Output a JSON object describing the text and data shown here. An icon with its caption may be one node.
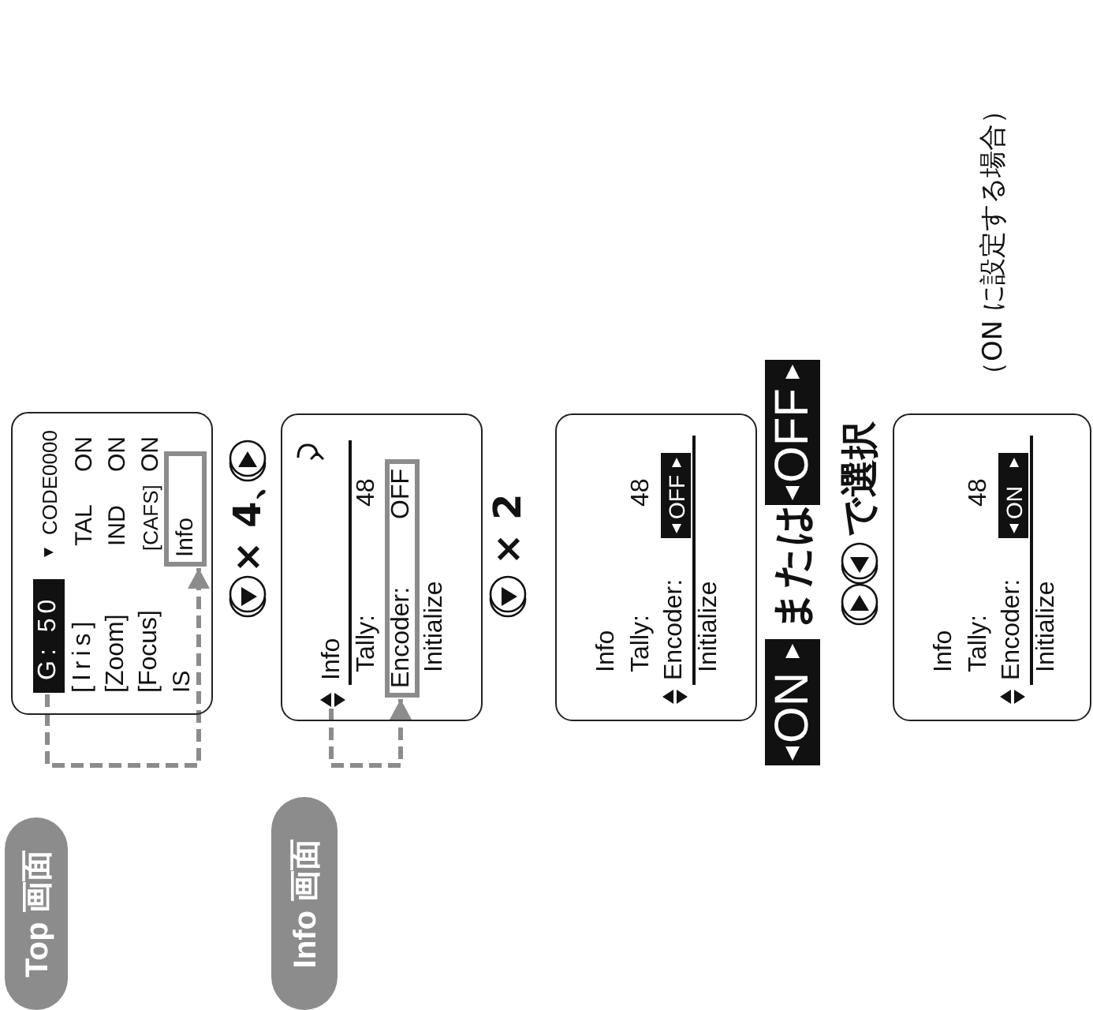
{
  "diagram": {
    "nodes": [
      {
        "text": [
          "Top 画面"
        ]
      },
      {
        "text": [
          "CODE0000",
          "[Iris]",
          "TAL",
          "ON",
          "[Zoom]",
          "IND",
          "ON",
          "[Focus]",
          "[CAFS]",
          "ON",
          "IS"
        ]
      },
      {
        "text": [
          "G: 50"
        ],
        "in": 1
      },
      {
        "text": [
          "Info"
        ],
        "in": 1
      },
      {
        "text": [
          "Info 画面"
        ]
      },
      {
        "text": [
          "Info",
          "Tally:",
          "48",
          "Initialize"
        ]
      },
      {
        "text": [],
        "shape": "picture",
        "in": 5
      },
      {
        "text": [
          "Encoder:",
          "OFF"
        ],
        "in": 5
      },
      {
        "text": [
          "Info",
          "Tally:",
          "48",
          "Encoder:",
          "Initialize"
        ]
      },
      {
        "text": [
          "OFF"
        ],
        "in": 8
      },
      {
        "text": [
          "ON"
        ]
      },
      {
        "text": [
          "OFF"
        ]
      },
      {
        "text": [
          "Info",
          "Tally:",
          "48",
          "Encoder:",
          "Initialize"
        ]
      },
      {
        "text": [
          "ON"
        ],
        "in": 12
      }
    ],
    "edges": [
      {
        "from": 2,
        "to": 3,
        "arrow": "to",
        "style": "dashed"
      },
      {
        "from": 6,
        "to": 7,
        "arrow": "to",
        "style": "dashed"
      }
    ],
    "labels": [
      "× 4、",
      "× 2",
      "または",
      "で選択",
      "（ON に設定する場合）"
    ]
  }
}
